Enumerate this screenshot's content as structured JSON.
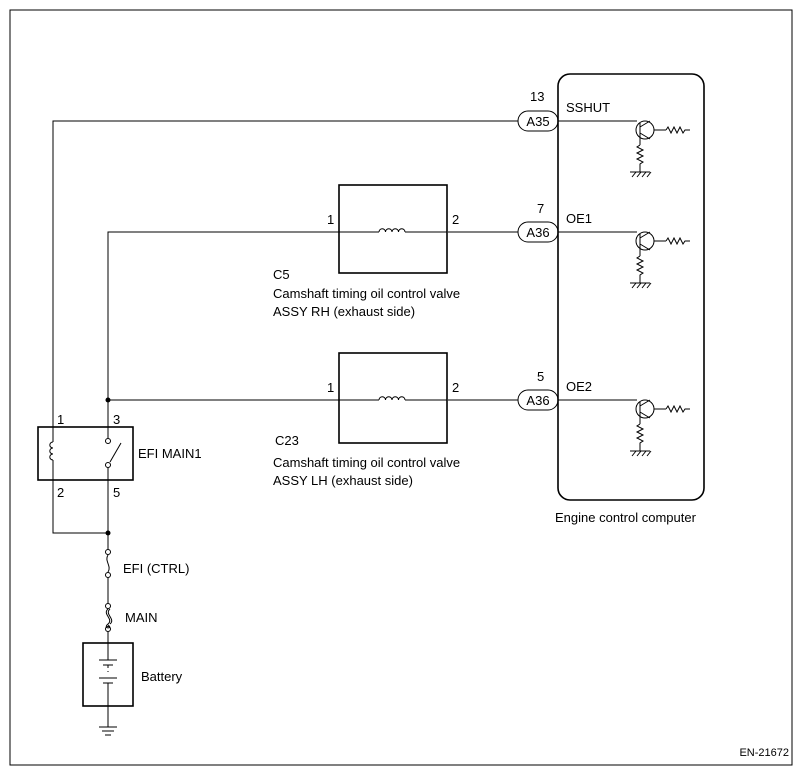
{
  "diagram": {
    "ecu": {
      "label": "Engine control computer",
      "pins": [
        {
          "pin_no": "13",
          "connector": "A35",
          "signal": "SSHUT"
        },
        {
          "pin_no": "7",
          "connector": "A36",
          "signal": "OE1"
        },
        {
          "pin_no": "5",
          "connector": "A36",
          "signal": "OE2"
        }
      ]
    },
    "valve_rh": {
      "ref": "C5",
      "name_line1": "Camshaft timing oil control valve",
      "name_line2": "ASSY RH (exhaust side)",
      "pin_left": "1",
      "pin_right": "2"
    },
    "valve_lh": {
      "ref": "C23",
      "name_line1": "Camshaft timing oil control valve",
      "name_line2": "ASSY LH (exhaust side)",
      "pin_left": "1",
      "pin_right": "2"
    },
    "relay": {
      "label": "EFI MAIN1",
      "pin1": "1",
      "pin2": "2",
      "pin3": "3",
      "pin5": "5"
    },
    "fuse_efi": {
      "label": "EFI (CTRL)"
    },
    "fuse_main": {
      "label": "MAIN"
    },
    "battery": {
      "label": "Battery"
    },
    "figure_code": "EN-21672"
  }
}
